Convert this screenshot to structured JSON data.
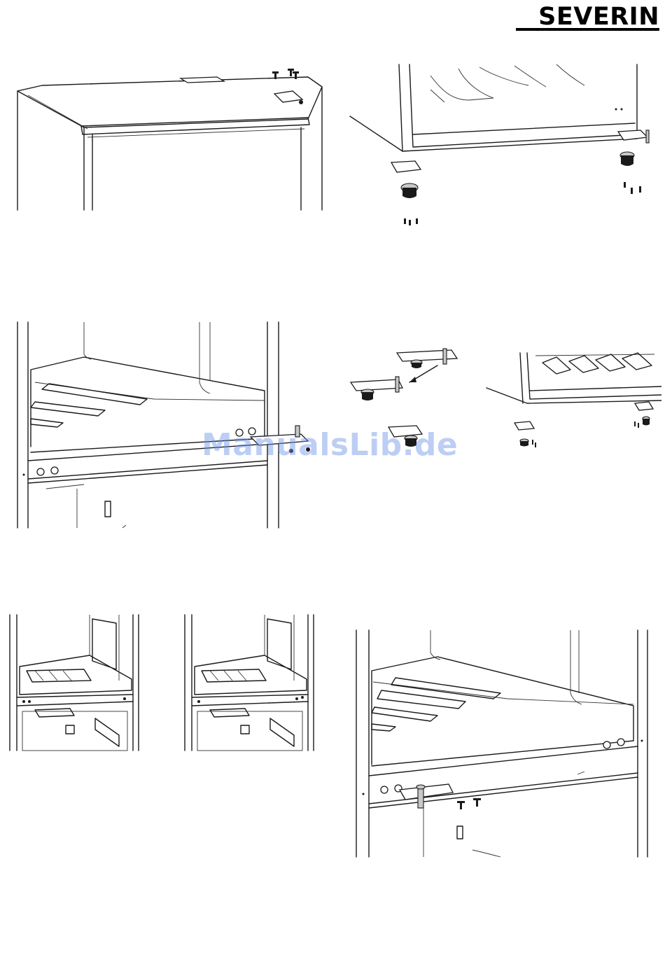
{
  "header": {
    "brand": "SEVERIN"
  },
  "watermark": {
    "text": "ManualsLib.de"
  },
  "figures": [
    {
      "id": "top-hinge-removal",
      "icon": "fridge-top-hinge-diagram"
    },
    {
      "id": "bottom-feet-hinge",
      "icon": "fridge-bottom-feet-diagram"
    },
    {
      "id": "middle-hinge-removal",
      "icon": "fridge-middle-hinge-diagram"
    },
    {
      "id": "hinge-swap",
      "icon": "hinge-swap-diagram"
    },
    {
      "id": "cover-swap-left",
      "icon": "hinge-cover-diagram"
    },
    {
      "id": "cover-swap-right",
      "icon": "hinge-cover-diagram"
    },
    {
      "id": "middle-hinge-install",
      "icon": "fridge-middle-hinge-install-diagram"
    }
  ]
}
